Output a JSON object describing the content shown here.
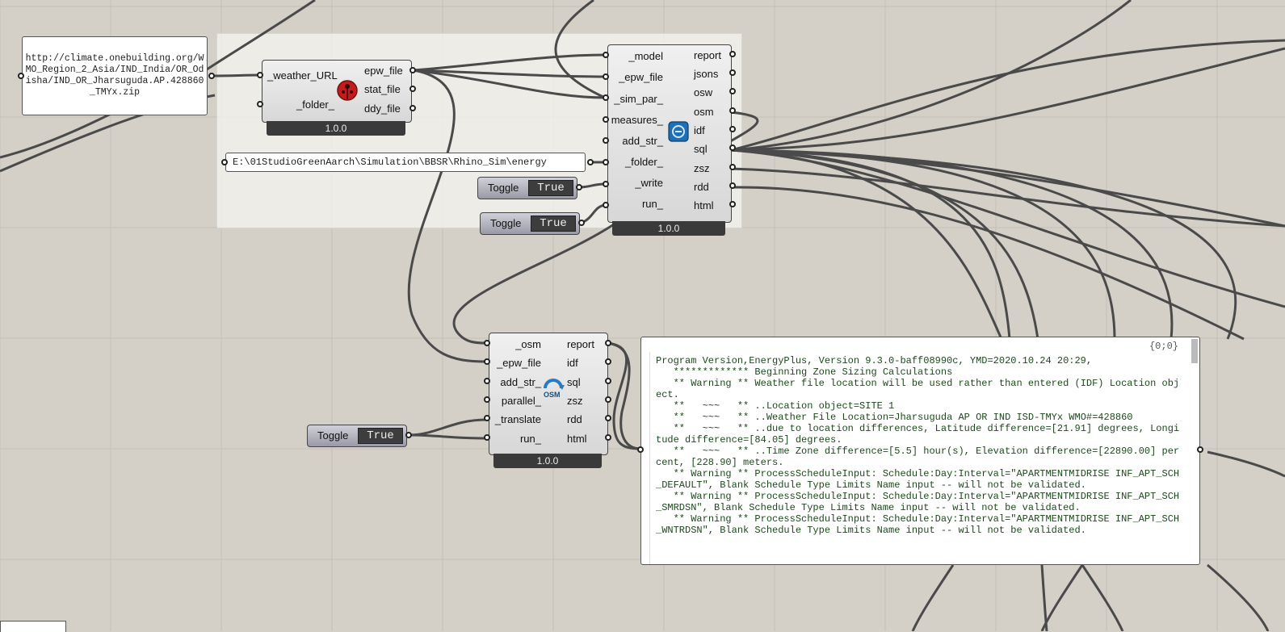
{
  "url_panel": {
    "text": "http://climate.onebuilding.org/WMO_Region_2_Asia/IND_India/OR_Odisha/IND_OR_Jharsuguda.AP.428860_TMYx.zip"
  },
  "path_panel": {
    "text": "E:\\01StudioGreenAarch\\Simulation\\BBSR\\Rhino_Sim\\energy"
  },
  "weather_comp": {
    "inputs": [
      "_weather_URL",
      "_folder_"
    ],
    "outputs": [
      "epw_file",
      "stat_file",
      "ddy_file"
    ],
    "version": "1.0.0",
    "icon": "ladybug-icon"
  },
  "model_to_osm": {
    "inputs": [
      "_model",
      "_epw_file",
      "_sim_par_",
      "measures_",
      "add_str_",
      "_folder_",
      "_write",
      "run_"
    ],
    "outputs": [
      "report",
      "jsons",
      "osw",
      "osm",
      "idf",
      "sql",
      "zsz",
      "rdd",
      "html"
    ],
    "version": "1.0.0",
    "icon": "openstudio-icon"
  },
  "run_osm": {
    "inputs": [
      "_osm",
      "_epw_file",
      "add_str_",
      "parallel_",
      "_translate",
      "run_"
    ],
    "outputs": [
      "report",
      "idf",
      "sql",
      "zsz",
      "rdd",
      "html"
    ],
    "version": "1.0.0",
    "icon": "osm-run-icon",
    "icon_label": "OSM"
  },
  "toggles": [
    {
      "label": "Toggle",
      "value": "True"
    },
    {
      "label": "Toggle",
      "value": "True"
    },
    {
      "label": "Toggle",
      "value": "True"
    }
  ],
  "report_panel": {
    "path": "{0;0}",
    "text": "Program Version,EnergyPlus, Version 9.3.0-baff08990c, YMD=2020.10.24 20:29,\n   ************* Beginning Zone Sizing Calculations\n   ** Warning ** Weather file location will be used rather than entered (IDF) Location object.\n   **   ~~~   ** ..Location object=SITE 1\n   **   ~~~   ** ..Weather File Location=Jharsuguda AP OR IND ISD-TMYx WMO#=428860\n   **   ~~~   ** ..due to location differences, Latitude difference=[21.91] degrees, Longitude difference=[84.05] degrees.\n   **   ~~~   ** ..Time Zone difference=[5.5] hour(s), Elevation difference=[22890.00] percent, [228.90] meters.\n   ** Warning ** ProcessScheduleInput: Schedule:Day:Interval=\"APARTMENTMIDRISE INF_APT_SCH_DEFAULT\", Blank Schedule Type Limits Name input -- will not be validated.\n   ** Warning ** ProcessScheduleInput: Schedule:Day:Interval=\"APARTMENTMIDRISE INF_APT_SCH_SMRDSN\", Blank Schedule Type Limits Name input -- will not be validated.\n   ** Warning ** ProcessScheduleInput: Schedule:Day:Interval=\"APARTMENTMIDRISE INF_APT_SCH_WNTRDSN\", Blank Schedule Type Limits Name input -- will not be validated."
  }
}
